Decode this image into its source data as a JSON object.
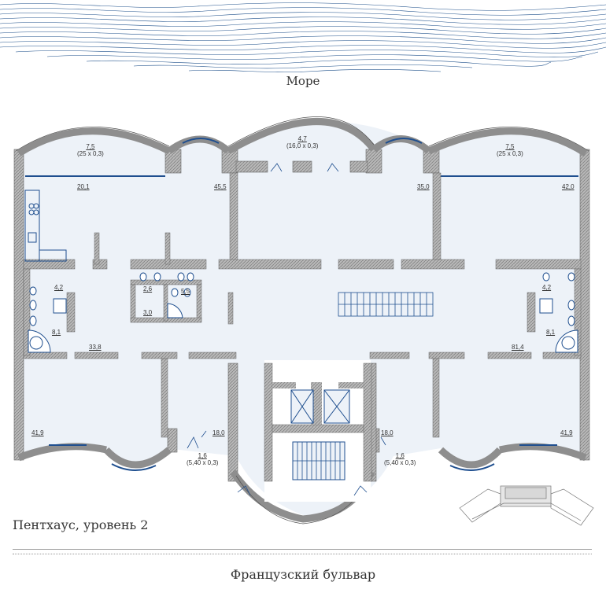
{
  "sea_label": "Море",
  "floor_label": "Пентхаус, уровень 2",
  "street_label": "Французский бульвар",
  "colors": {
    "floor_fill": "#edf2f8",
    "wall": "#8e8e8e",
    "window": "#1f4f8f",
    "waves": "#1d4f8a"
  },
  "rooms": {
    "terrace_left": {
      "area": "7,5",
      "dims": "(25 х 0,3)"
    },
    "terrace_center": {
      "area": "4,7",
      "dims": "(16,0 х 0,3)"
    },
    "terrace_right": {
      "area": "7,5",
      "dims": "(25 х 0,3)"
    },
    "r_20_1": "20,1",
    "r_45_5": "45,5",
    "r_35_0": "35,0",
    "r_42_0": "42,0",
    "r_4_2_left": "4,2",
    "r_8_1_left": "8,1",
    "r_2_6": "2,6",
    "r_5_5": "5,5",
    "r_3_0": "3,0",
    "r_33_8": "33,8",
    "r_81_4": "81,4",
    "r_4_2_right": "4,2",
    "r_8_1_right": "8,1",
    "r_41_9_left": "41,9",
    "r_18_0_left": "18,0",
    "r_18_0_right": "18,0",
    "r_41_9_right": "41,9",
    "balcony_left": {
      "area": "1,6",
      "dims": "(5,40 х 0,3)"
    },
    "balcony_right": {
      "area": "1,6",
      "dims": "(5,40 х 0,3)"
    }
  }
}
